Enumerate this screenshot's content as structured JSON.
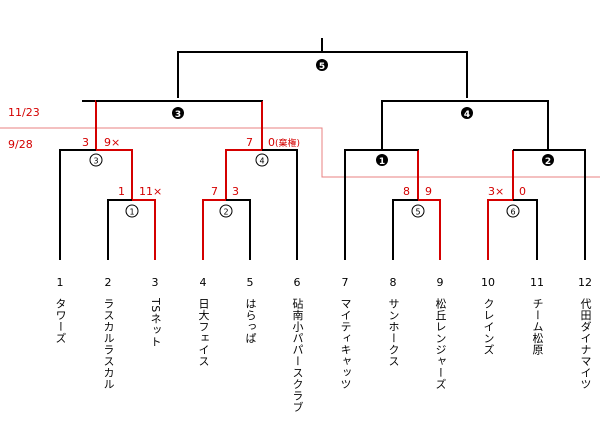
{
  "dates": {
    "upper": "11/23",
    "lower": "9/28"
  },
  "teams": [
    {
      "num": "1",
      "name": "タワーズ"
    },
    {
      "num": "2",
      "name": "ラスカルラスカル"
    },
    {
      "num": "3",
      "name": "TSネット"
    },
    {
      "num": "4",
      "name": "日大フェイス"
    },
    {
      "num": "5",
      "name": "はらっぱ"
    },
    {
      "num": "6",
      "name": "砧南小パパースクラブ"
    },
    {
      "num": "7",
      "name": "マイティキャッツ"
    },
    {
      "num": "8",
      "name": "サンホークス"
    },
    {
      "num": "9",
      "name": "松丘レンジャーズ"
    },
    {
      "num": "10",
      "name": "クレインズ"
    },
    {
      "num": "11",
      "name": "チーム松原"
    },
    {
      "num": "12",
      "name": "代田ダイナマイツ"
    }
  ],
  "matches": {
    "m1": {
      "label": "1",
      "style": "filled"
    },
    "m2": {
      "label": "2",
      "style": "filled"
    },
    "m3": {
      "label": "3",
      "style": "filled"
    },
    "m4": {
      "label": "4",
      "style": "filled"
    },
    "m5": {
      "label": "5",
      "style": "filled"
    },
    "c1": {
      "label": "1",
      "style": "outline"
    },
    "c2": {
      "label": "2",
      "style": "outline"
    },
    "c3": {
      "label": "3",
      "style": "outline"
    },
    "c4": {
      "label": "4",
      "style": "outline"
    },
    "c5": {
      "label": "5",
      "style": "outline"
    },
    "c6": {
      "label": "6",
      "style": "outline"
    }
  },
  "scores": {
    "c1_left": "1",
    "c1_right": "11×",
    "c2_left": "7",
    "c2_right": "3",
    "c3_left": "3",
    "c3_right": "9×",
    "c4_left": "7",
    "c4_right": "0",
    "c4_note": "(棄権)",
    "c5_left": "8",
    "c5_right": "9",
    "c6_left": "3×",
    "c6_right": "0"
  },
  "colors": {
    "win": "#d40000",
    "line": "#000000",
    "guide": "#e88080"
  }
}
